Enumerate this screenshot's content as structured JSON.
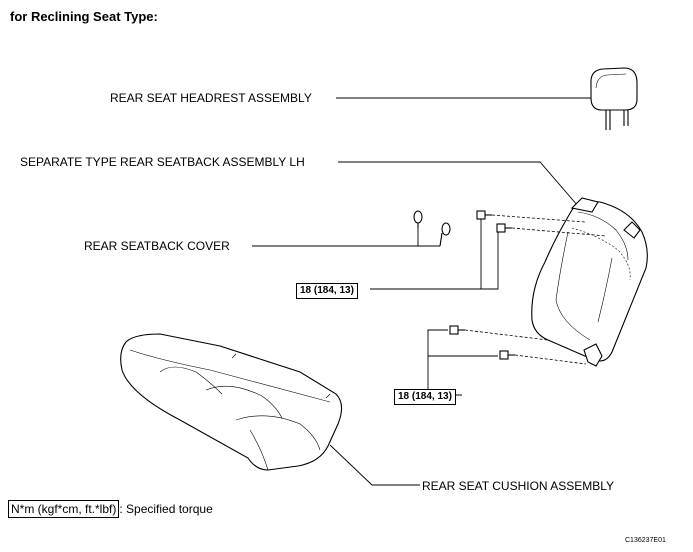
{
  "title": "for Reclining Seat Type:",
  "labels": {
    "headrest": "REAR SEAT HEADREST ASSEMBLY",
    "seatback": "SEPARATE TYPE REAR SEATBACK ASSEMBLY LH",
    "cover": "REAR SEATBACK COVER",
    "cushion": "REAR SEAT CUSHION ASSEMBLY"
  },
  "torques": {
    "upper": "18 (184, 13)",
    "lower": "18 (184, 13)"
  },
  "legend": {
    "unit": "N*m (kgf*cm, ft.*lbf)",
    "text": ": Specified torque"
  },
  "figure_code": "C136237E01"
}
